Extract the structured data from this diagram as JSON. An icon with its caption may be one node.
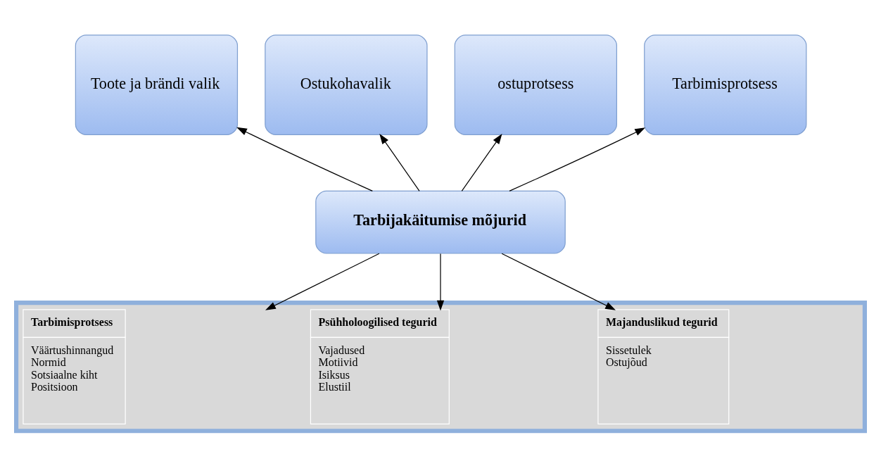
{
  "diagram": {
    "nodes": [
      {
        "text": [
          "Toote ja brändi valik"
        ]
      },
      {
        "text": [
          "Ostukohavalik"
        ]
      },
      {
        "text": [
          "ostuprotsess"
        ]
      },
      {
        "text": [
          "Tarbimisprotsess"
        ]
      },
      {
        "text": [
          "Tarbijakäitumise mõjurid"
        ]
      },
      {
        "text": [],
        "shape": "box"
      },
      {
        "text": [
          "Majanduslikud tegurid",
          "Sissetulek",
          "Ostujõud"
        ],
        "in": 5
      },
      {
        "text": [
          "Psühholoogilised tegurid",
          "Vajadused",
          "Motiivid",
          "Isiksus",
          "Elustiil"
        ],
        "in": 5
      },
      {
        "text": [
          "Tarbimisprotsess",
          "Väärtushinnangud",
          "Normid",
          "Sotsiaalne kiht",
          "Positsioon"
        ],
        "in": 5
      }
    ],
    "edges": [
      {
        "from": 4,
        "to": 0,
        "arrow": "to"
      },
      {
        "from": 4,
        "to": 1,
        "arrow": "to"
      },
      {
        "from": 4,
        "to": 2,
        "arrow": "to"
      },
      {
        "from": 4,
        "to": 3,
        "arrow": "to"
      },
      {
        "from": 4,
        "to": 6,
        "arrow": "to"
      },
      {
        "from": 4,
        "to": 7,
        "arrow": "to"
      },
      {
        "from": 4,
        "to": 8,
        "arrow": "to"
      }
    ]
  }
}
